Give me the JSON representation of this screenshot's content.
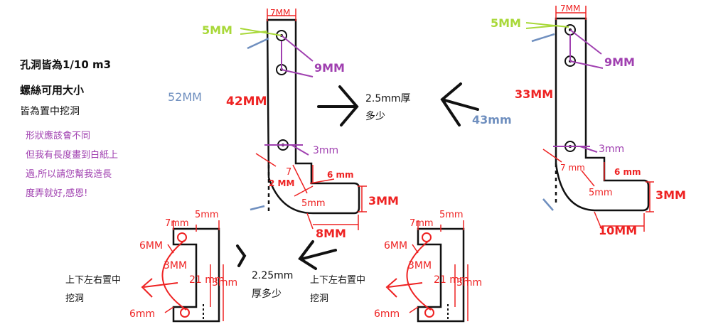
{
  "notes": {
    "hole_note": "孔洞皆為1/10 m3",
    "screw_note": "螺絲可用大小",
    "center_note": "皆為置中挖洞",
    "request_lines": [
      "形狀應該會不同",
      "但我有長度畫到白紙上",
      "過,所以請您幫我造長",
      "度弄就好,感恩!"
    ]
  },
  "upper_left_part": {
    "width_top": "7MM",
    "hole_offset": "5MM",
    "hole_spacing": "9MM",
    "length_a": "42MM",
    "length_b": "52MM",
    "hole_lower": "3mm",
    "notch_height": "7",
    "notch_width": "6 mm",
    "notch_side": "2 MM",
    "bend_inner": "5mm",
    "foot_height": "3MM",
    "foot_length": "8MM"
  },
  "upper_right_part": {
    "width_top": "7MM",
    "hole_offset": "5MM",
    "hole_spacing": "9MM",
    "length_a": "33MM",
    "length_b": "43mm",
    "hole_lower": "3mm",
    "notch_height": "7 mm",
    "notch_width": "6 mm",
    "bend_inner": "5mm",
    "foot_height": "3MM",
    "foot_length": "10MM"
  },
  "thickness_question_upper": [
    "2.5mm厚",
    "多少"
  ],
  "thickness_question_lower": [
    "2.25mm",
    "厚多少"
  ],
  "lower_left_part": {
    "top_width": "7mm",
    "top_offset": "5mm",
    "top_height": "6MM",
    "inner_height": "3MM",
    "middle_length": "21 mm",
    "side_height": "3mm",
    "bottom_height": "6mm",
    "hole_note": [
      "上下左右置中",
      "挖洞"
    ]
  },
  "lower_right_part": {
    "top_width": "7mm",
    "top_offset": "5mm",
    "top_height": "6MM",
    "inner_height": "3MM",
    "middle_length": "21 mm",
    "side_height": "3mm",
    "bottom_height": "6mm",
    "hole_note": [
      "上下左右置中",
      "挖洞"
    ]
  },
  "colors": {
    "outline": "#111111",
    "red": "#ee2222",
    "purple": "#a040b0",
    "lime": "#a8d838",
    "blue": "#6f8fbf"
  }
}
